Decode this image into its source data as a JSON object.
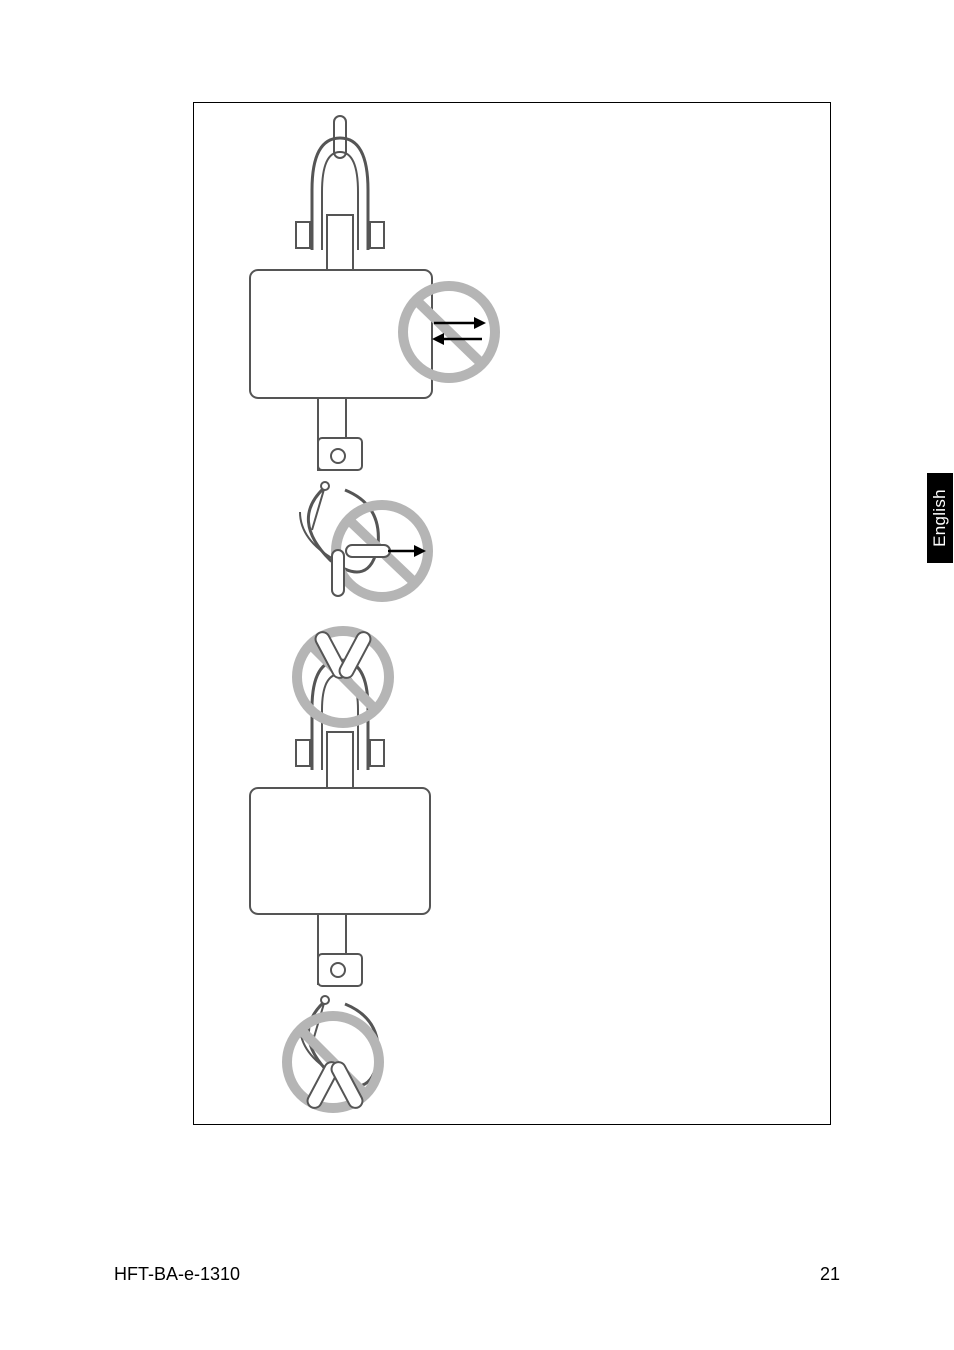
{
  "side_tab": {
    "label": "English"
  },
  "footer": {
    "doc_code": "HFT-BA-e-1310",
    "page_number": "21"
  },
  "figures": [
    {
      "id": "upper",
      "prohibitions": [
        "lateral-pull-on-housing",
        "load-pulled-from-hook-tip"
      ]
    },
    {
      "id": "lower",
      "prohibitions": [
        "double-sling-on-shackle",
        "double-sling-on-hook"
      ]
    }
  ],
  "colors": {
    "prohibition": "#b5b5b5",
    "line": "#555555",
    "background": "#ffffff"
  }
}
